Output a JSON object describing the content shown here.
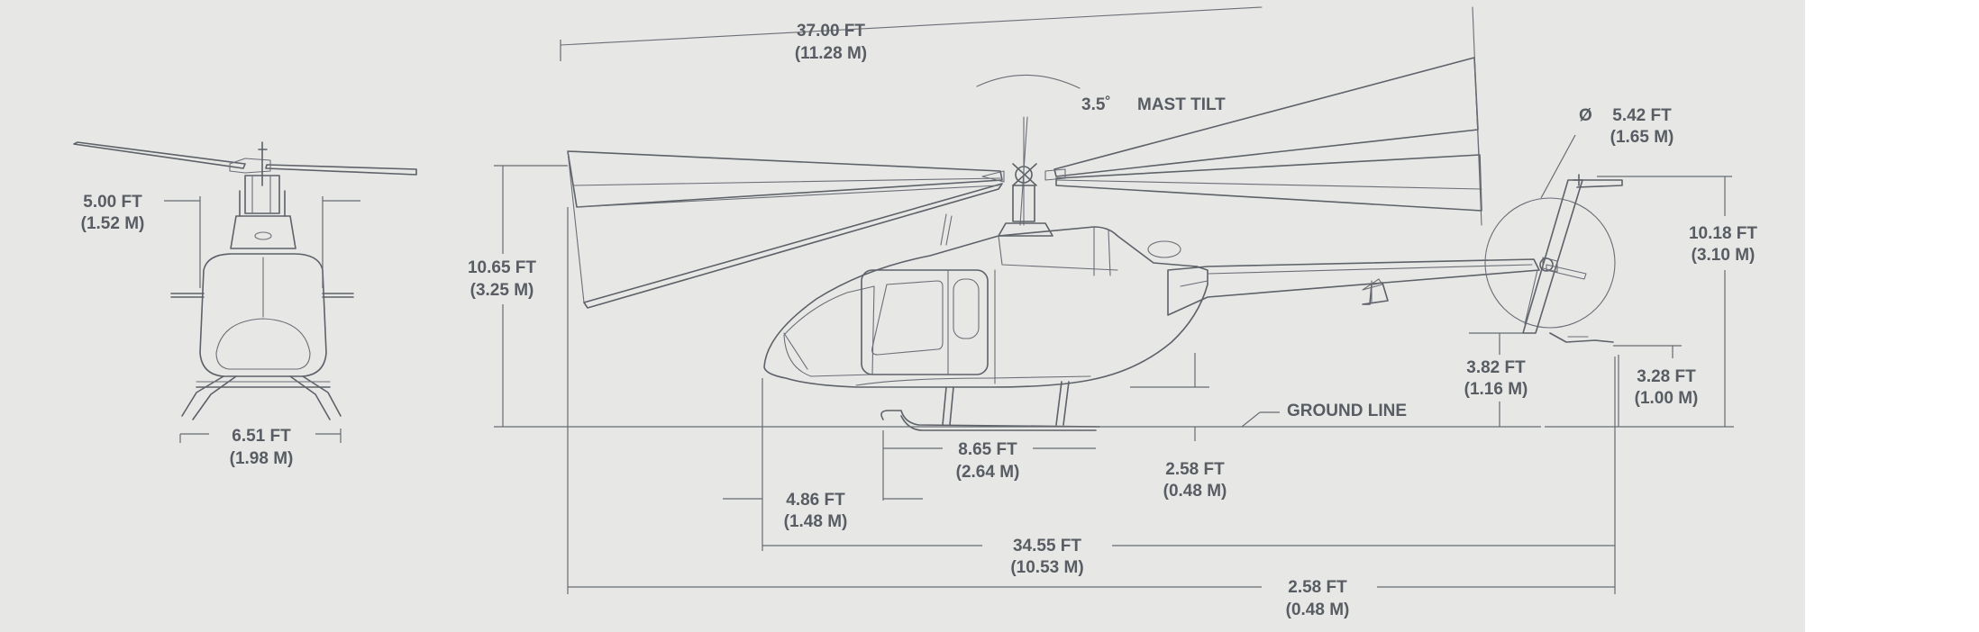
{
  "front_view": {
    "rotor_height": {
      "ft": "5.00 FT",
      "m": "(1.52 M)"
    },
    "skid_width": {
      "ft": "6.51 FT",
      "m": "(1.98 M)"
    }
  },
  "side_view": {
    "rotor_diameter": {
      "ft": "37.00 FT",
      "m": "(11.28 M)"
    },
    "mast_tilt": {
      "deg": "3.5˚",
      "label": "MAST TILT"
    },
    "overall_height": {
      "ft": "10.65 FT",
      "m": "(3.25 M)"
    },
    "tail_rotor_diameter": {
      "symbol": "Ø",
      "ft": "5.42 FT",
      "m": "(1.65 M)"
    },
    "tail_height": {
      "ft": "10.18 FT",
      "m": "(3.10 M)"
    },
    "tailboom_clearance": {
      "ft": "3.82 FT",
      "m": "(1.16 M)"
    },
    "tail_skid_clearance": {
      "ft": "3.28 FT",
      "m": "(1.00 M)"
    },
    "ground_line": "GROUND LINE",
    "skid_length": {
      "ft": "8.65 FT",
      "m": "(2.64 M)"
    },
    "cabin_floor": {
      "ft": "2.58 FT",
      "m": "(0.48 M)"
    },
    "nose_to_skid": {
      "ft": "4.86 FT",
      "m": "(1.48 M)"
    },
    "fuselage_length": {
      "ft": "34.55 FT",
      "m": "(10.53 M)"
    },
    "overall_length": {
      "ft": "2.58 FT",
      "m": "(0.48 M)"
    }
  },
  "colors": {
    "background": "#e7e7e5",
    "line": "#5d6168",
    "text": "#585c63"
  }
}
